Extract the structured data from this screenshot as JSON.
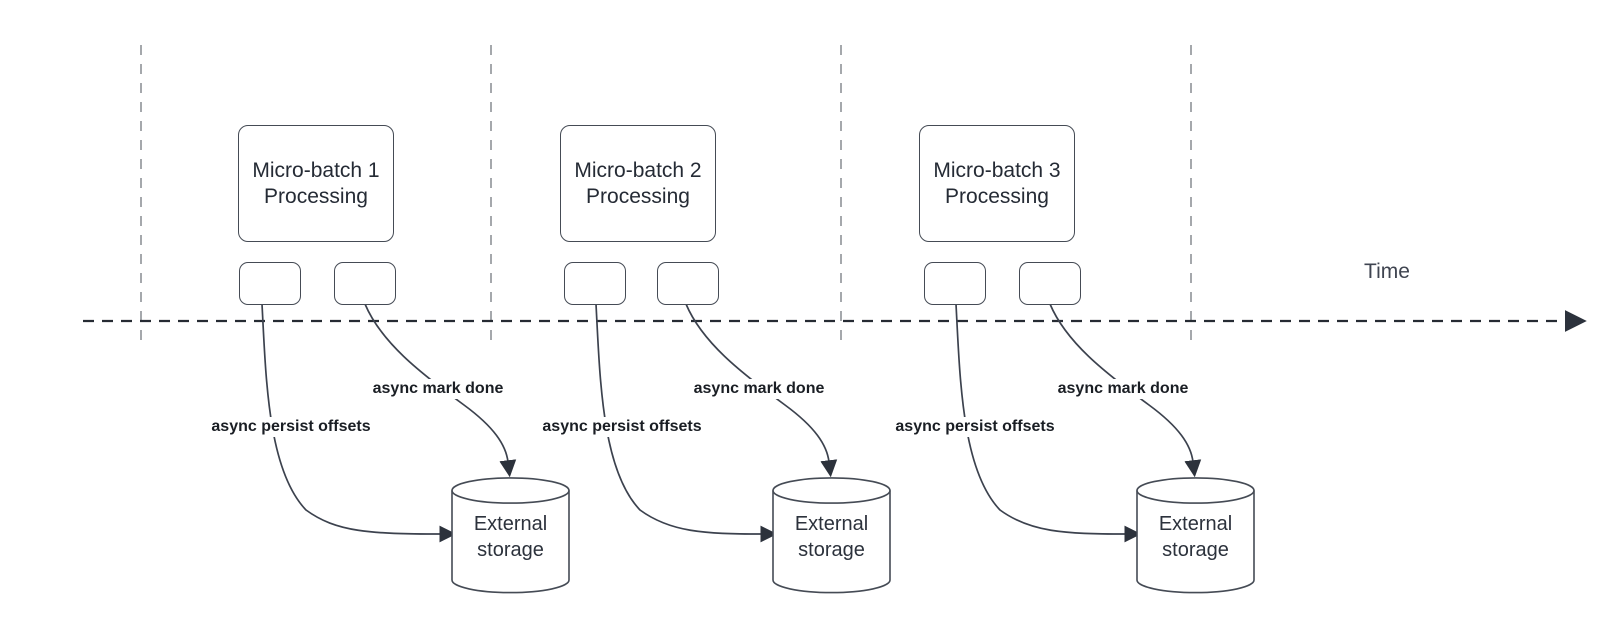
{
  "time_axis_label": "Time",
  "batches": [
    {
      "title_line1": "Micro-batch 1",
      "title_line2": "Processing",
      "persist_label": "async persist offsets",
      "done_label": "async mark done",
      "storage_line1": "External",
      "storage_line2": "storage"
    },
    {
      "title_line1": "Micro-batch 2",
      "title_line2": "Processing",
      "persist_label": "async persist offsets",
      "done_label": "async mark done",
      "storage_line1": "External",
      "storage_line2": "storage"
    },
    {
      "title_line1": "Micro-batch 3",
      "title_line2": "Processing",
      "persist_label": "async persist offsets",
      "done_label": "async mark done",
      "storage_line1": "External",
      "storage_line2": "storage"
    }
  ],
  "colors": {
    "background": "#ffffff",
    "shape_stroke": "#454b55",
    "connector_stroke": "#3c424e",
    "axis_stroke": "#262b33",
    "gridline": "#a5a8ac",
    "label_text": "#1a1e24",
    "shape_text": "#2c323c"
  }
}
